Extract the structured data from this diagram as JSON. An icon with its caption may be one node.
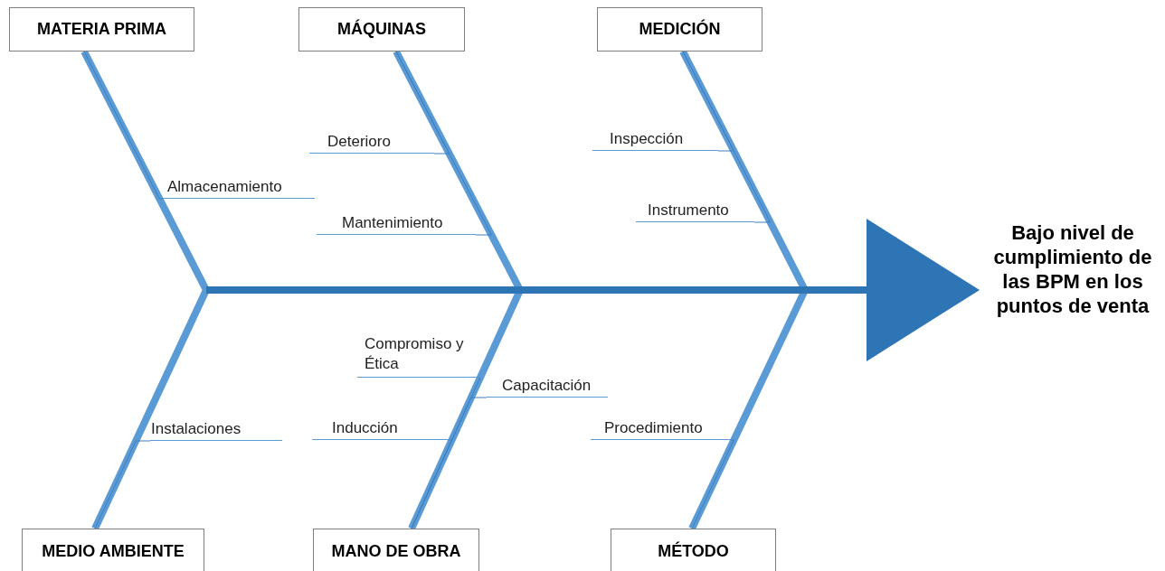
{
  "diagram": {
    "nodes": [
      {
        "text": [
          "MATERIA PRIMA"
        ]
      },
      {
        "text": [
          "MÁQUINAS"
        ]
      },
      {
        "text": [
          "MEDICIÓN"
        ]
      },
      {
        "text": [
          "Almacenamiento"
        ]
      },
      {
        "text": [
          "Deterioro"
        ]
      },
      {
        "text": [
          "Mantenimiento"
        ]
      },
      {
        "text": [
          "Inspección"
        ]
      },
      {
        "text": [
          "Instrumento"
        ]
      },
      {
        "text": [],
        "shape": "triangle",
        "beside": [
          "Bajo nivel de cumplimiento de las BPM en los puntos de venta"
        ]
      },
      {
        "text": [
          "Compromiso y Ética"
        ]
      },
      {
        "text": [
          "Capacitación"
        ]
      },
      {
        "text": [
          "Instalaciones"
        ]
      },
      {
        "text": [
          "Inducción"
        ]
      },
      {
        "text": [
          "Procedimiento"
        ]
      },
      {
        "text": [
          "MEDIO AMBIENTE"
        ]
      },
      {
        "text": [
          "MANO DE OBRA"
        ]
      },
      {
        "text": [
          "MÉTODO"
        ]
      }
    ],
    "edges": [
      {
        "from": 0,
        "to": 8,
        "arrow": "none",
        "style": "thick"
      },
      {
        "from": 1,
        "to": 8,
        "arrow": "none",
        "style": "thick"
      },
      {
        "from": 2,
        "to": 8,
        "arrow": "none",
        "style": "thick"
      },
      {
        "from": 14,
        "to": 8,
        "arrow": "none",
        "style": "thick"
      },
      {
        "from": 15,
        "to": 8,
        "arrow": "none",
        "style": "thick"
      },
      {
        "from": 16,
        "to": 8,
        "arrow": "none",
        "style": "thick"
      },
      {
        "from": 3,
        "to": 0,
        "arrow": "none"
      },
      {
        "from": 4,
        "to": 1,
        "arrow": "none"
      },
      {
        "from": 5,
        "to": 1,
        "arrow": "none"
      },
      {
        "from": 6,
        "to": 2,
        "arrow": "none"
      },
      {
        "from": 7,
        "to": 2,
        "arrow": "none"
      },
      {
        "from": 9,
        "to": 15,
        "arrow": "none"
      },
      {
        "from": 10,
        "to": 15,
        "arrow": "none"
      },
      {
        "from": 11,
        "to": 14,
        "arrow": "none"
      },
      {
        "from": 12,
        "to": 15,
        "arrow": "none"
      },
      {
        "from": 13,
        "to": 16,
        "arrow": "none"
      }
    ]
  }
}
